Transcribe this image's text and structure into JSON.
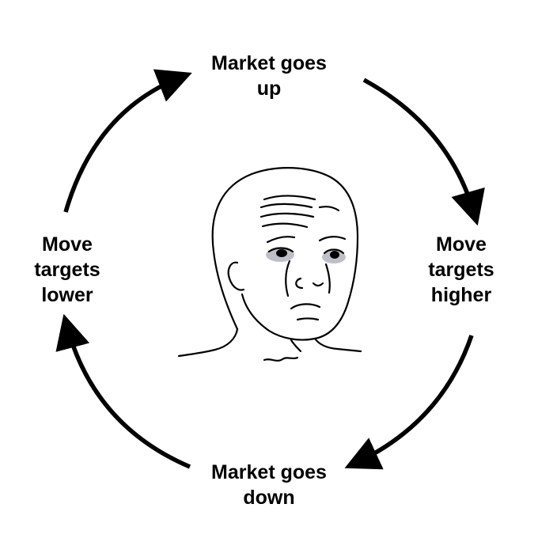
{
  "cycle": {
    "top": {
      "lines": [
        "Market goes",
        "up"
      ]
    },
    "right": {
      "lines": [
        "Move",
        "targets",
        "higher"
      ]
    },
    "bottom": {
      "lines": [
        "Market goes",
        "down"
      ]
    },
    "left": {
      "lines": [
        "Move",
        "targets",
        "lower"
      ]
    }
  },
  "colors": {
    "background": "#ffffff",
    "ink": "#000000",
    "eye_shadow": "#9a9aa6"
  },
  "center_image": {
    "icon": "sad-wojak-face-icon"
  }
}
